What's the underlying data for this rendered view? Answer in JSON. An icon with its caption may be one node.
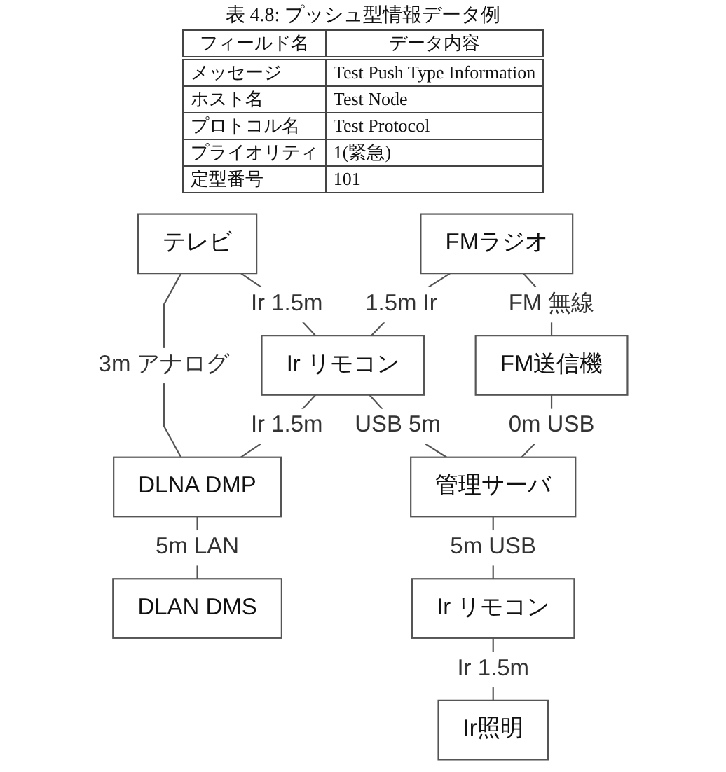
{
  "diagram": {
    "title": "表 4.8: プッシュ型情報データ例",
    "nodes": [
      {
        "text": [
          "テレビ"
        ]
      },
      {
        "text": [
          "FMラジオ"
        ]
      },
      {
        "text": [
          "DLNA DMP"
        ]
      },
      {
        "text": [
          "Ir リモコン"
        ]
      },
      {
        "text": [
          "DLAN DMS"
        ]
      },
      {
        "text": [
          "管理サーバ"
        ]
      },
      {
        "text": [
          "FM送信機"
        ]
      },
      {
        "text": [
          "Ir リモコン"
        ]
      },
      {
        "text": [
          "Ir照明"
        ]
      }
    ],
    "edges": [
      {
        "from": 0,
        "to": 3,
        "arrow": "none",
        "label": "Ir 1.5m"
      },
      {
        "from": 0,
        "to": 2,
        "arrow": "none",
        "label": "3m アナログ"
      },
      {
        "from": 3,
        "to": 2,
        "arrow": "none",
        "label": "Ir 1.5m"
      },
      {
        "from": 2,
        "to": 4,
        "arrow": "none",
        "label": "5m LAN"
      },
      {
        "from": 1,
        "to": 3,
        "arrow": "none",
        "label": "1.5m Ir"
      },
      {
        "from": 1,
        "to": 6,
        "arrow": "none",
        "label": "FM 無線"
      },
      {
        "from": 3,
        "to": 5,
        "arrow": "none",
        "label": "USB 5m"
      },
      {
        "from": 6,
        "to": 5,
        "arrow": "none",
        "label": "0m USB"
      },
      {
        "from": 5,
        "to": 7,
        "arrow": "none",
        "label": "5m USB"
      },
      {
        "from": 7,
        "to": 8,
        "arrow": "none",
        "label": "Ir 1.5m"
      }
    ],
    "labels": [
      "フィールド名",
      "データ内容",
      "メッセージ",
      "Test Push Type Information",
      "ホスト名",
      "Test Node",
      "プロトコル名",
      "Test Protocol",
      "プライオリティ",
      "1(緊急)",
      "定型番号",
      "101"
    ]
  }
}
